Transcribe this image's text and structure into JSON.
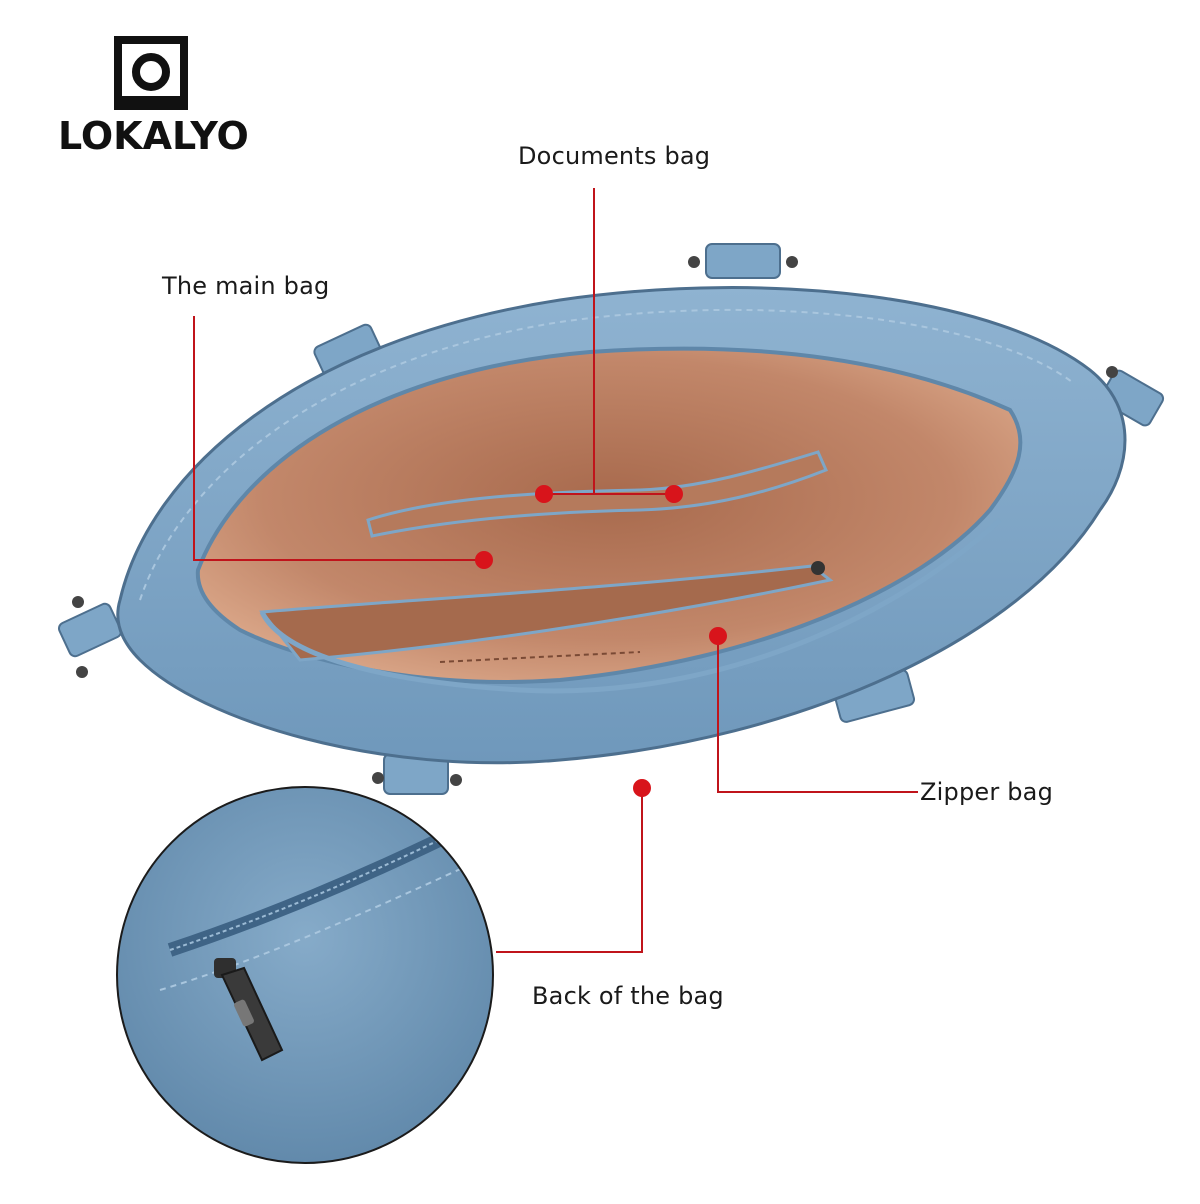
{
  "brand": {
    "name": "LOKALYO"
  },
  "callouts": {
    "documents": "Documents bag",
    "main": "The main bag",
    "zipper": "Zipper bag",
    "back": "Back of the bag"
  },
  "colors": {
    "leather": "#7ea6c7",
    "leather_dark": "#5f87a9",
    "lining": "#c2876a",
    "lining_dark": "#8f563c",
    "marker": "#d8141b",
    "leader": "#c0141b"
  },
  "icons": {
    "logo": "square-circle-logo-icon",
    "zipper_pull": "zipper-pull-icon"
  }
}
